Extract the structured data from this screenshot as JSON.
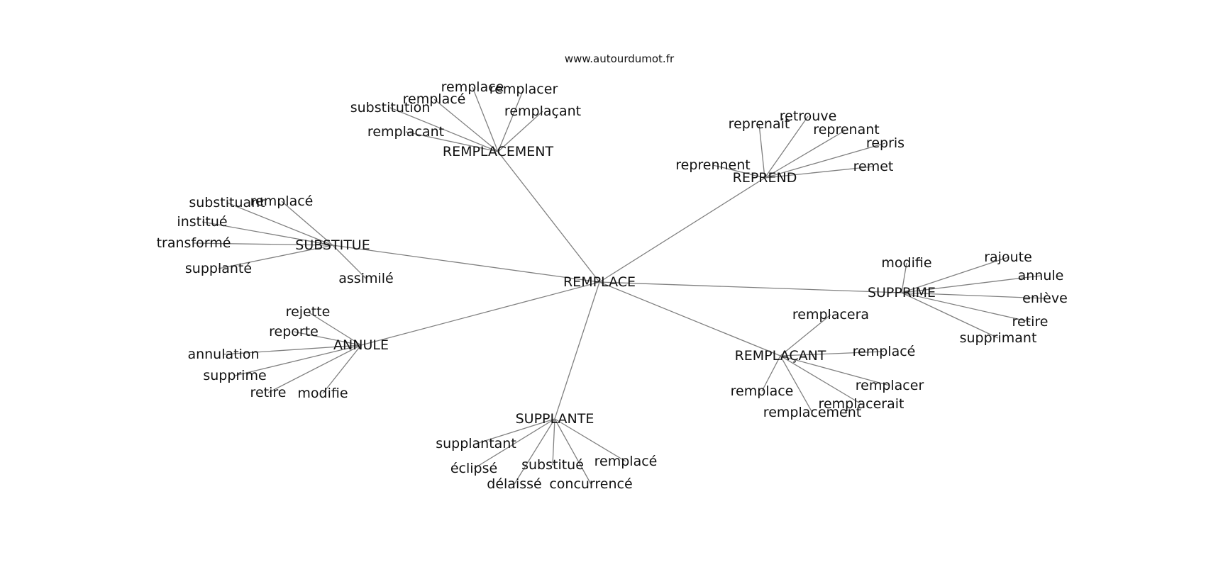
{
  "site": "www.autourdumot.fr",
  "graph": {
    "center": "REMPLACE",
    "clusters": [
      {
        "id": "remplacement",
        "label": "REMPLACEMENT",
        "words": [
          "remplacé",
          "remplace",
          "remplacer",
          "substitution",
          "remplaçant",
          "remplacant"
        ]
      },
      {
        "id": "reprend",
        "label": "REPREND",
        "words": [
          "reprenait",
          "retrouve",
          "reprenant",
          "repris",
          "reprennent",
          "remet"
        ]
      },
      {
        "id": "substitue",
        "label": "SUBSTITUE",
        "words": [
          "substituant",
          "remplacé",
          "institué",
          "transformé",
          "supplanté",
          "assimilé"
        ]
      },
      {
        "id": "supprime",
        "label": "SUPPRIME",
        "words": [
          "modifie",
          "rajoute",
          "annule",
          "enlève",
          "retire",
          "supprimant"
        ]
      },
      {
        "id": "annule",
        "label": "ANNULE",
        "words": [
          "rejette",
          "reporte",
          "annulation",
          "supprime",
          "retire",
          "modifie"
        ]
      },
      {
        "id": "remplacant",
        "label": "REMPLAÇANT",
        "words": [
          "remplacera",
          "remplacé",
          "remplace",
          "remplacer",
          "remplacerait",
          "remplacement"
        ]
      },
      {
        "id": "supplante",
        "label": "SUPPLANTE",
        "words": [
          "supplantant",
          "éclipsé",
          "substitué",
          "remplacé",
          "délaissé",
          "concurrencé"
        ]
      }
    ]
  }
}
